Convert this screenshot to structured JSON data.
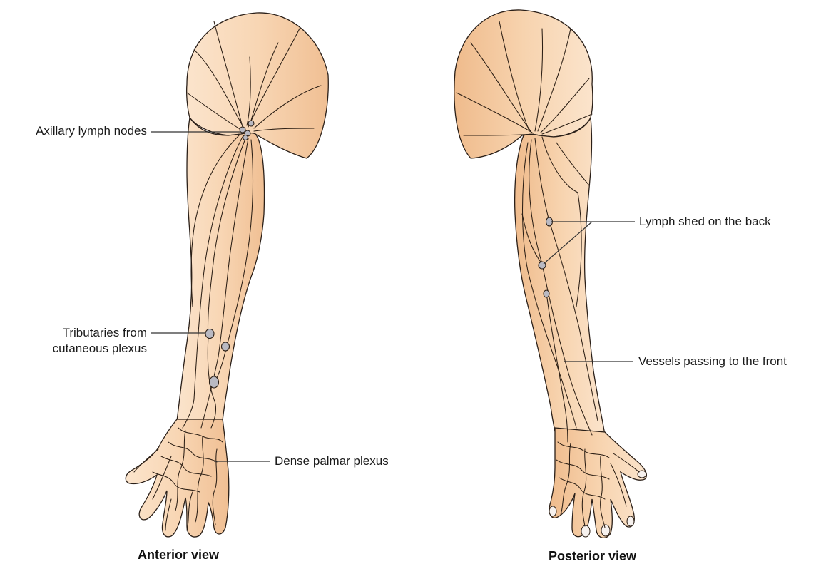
{
  "colors": {
    "skin_light": "#fbe2c8",
    "skin_mid": "#f6cfa6",
    "skin_dark": "#eeb98a",
    "vessel": "#2b1e14",
    "node": "#b9b9c2",
    "leader": "#333333"
  },
  "anterior": {
    "title": "Anterior view",
    "labels": {
      "axillary": "Axillary lymph nodes",
      "tributaries_line1": "Tributaries from",
      "tributaries_line2": "cutaneous plexus",
      "palmar": "Dense palmar plexus"
    }
  },
  "posterior": {
    "title": "Posterior view",
    "labels": {
      "lymph_shed": "Lymph shed on the back",
      "vessels_front": "Vessels passing to the front"
    }
  }
}
